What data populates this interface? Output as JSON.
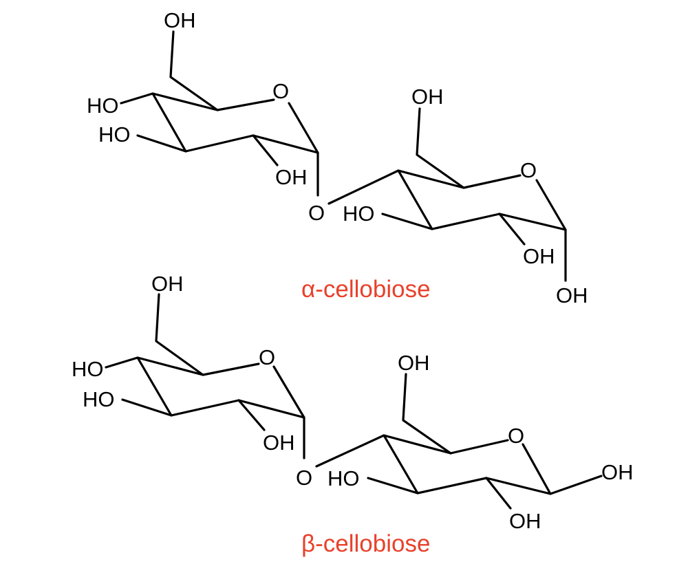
{
  "colors": {
    "bond": "#000000",
    "atom_label": "#000000",
    "name_label": "#e8412b"
  },
  "alpha": {
    "name": "α-cellobiose",
    "left_ring": {
      "ch2oh_oh": "OH",
      "ring_oxygen": "O",
      "c4_ho": "HO",
      "c3_ho": "HO",
      "c2_oh": "OH"
    },
    "linkage_oxygen": "O",
    "right_ring": {
      "ch2oh_oh": "OH",
      "ring_oxygen": "O",
      "c3_ho": "HO",
      "c2_oh": "OH",
      "anomeric_oh": "OH"
    }
  },
  "beta": {
    "name": "β-cellobiose",
    "left_ring": {
      "ch2oh_oh": "OH",
      "ring_oxygen": "O",
      "c4_ho": "HO",
      "c3_ho": "HO",
      "c2_oh": "OH"
    },
    "linkage_oxygen": "O",
    "right_ring": {
      "ch2oh_oh": "OH",
      "ring_oxygen": "O",
      "c3_ho": "HO",
      "c2_oh": "OH",
      "anomeric_oh": "OH"
    }
  }
}
